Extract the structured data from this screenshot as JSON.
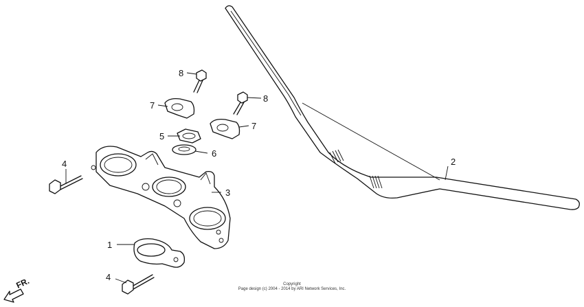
{
  "parts": [
    {
      "id": "p1",
      "label": "1"
    },
    {
      "id": "p2",
      "label": "2"
    },
    {
      "id": "p3",
      "label": "3"
    },
    {
      "id": "p4a",
      "label": "4"
    },
    {
      "id": "p4b",
      "label": "4"
    },
    {
      "id": "p5",
      "label": "5"
    },
    {
      "id": "p6",
      "label": "6"
    },
    {
      "id": "p7a",
      "label": "7"
    },
    {
      "id": "p7b",
      "label": "7"
    },
    {
      "id": "p8a",
      "label": "8"
    },
    {
      "id": "p8b",
      "label": "8"
    }
  ],
  "direction": {
    "label": "FR."
  },
  "copyright": {
    "line1": "Copyright",
    "line2": "Page design (c) 2004 - 2014 by ARI Network Services, Inc."
  }
}
